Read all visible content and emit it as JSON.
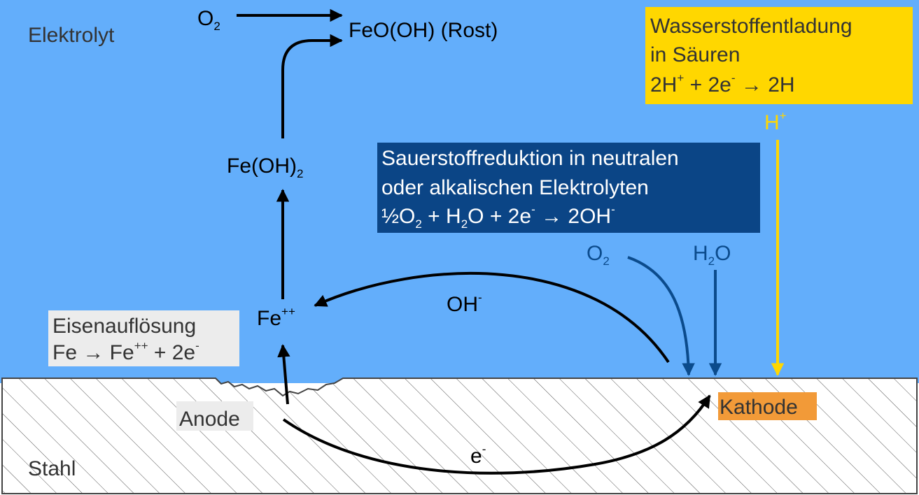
{
  "regions": {
    "electrolyte_label": "Elektrolyt",
    "steel_label": "Stahl",
    "anode_label": "Anode",
    "cathode_label": "Kathode"
  },
  "species": {
    "o2_top_base": "O",
    "o2_top_sub": "2",
    "rust": "FeO(OH) (Rost)",
    "feoh2_base": "Fe(OH)",
    "feoh2_sub": "2",
    "fe_ion_base": "Fe",
    "fe_ion_sup": "++",
    "hydroxide_base": "OH",
    "hydroxide_sup": "-",
    "electron_base": "e",
    "electron_sup": "-",
    "o2_cathode_base": "O",
    "o2_cathode_sub": "2",
    "h2o_h": "H",
    "h2o_sub": "2",
    "h2o_o": "O",
    "proton_base": "H",
    "proton_sup": "+"
  },
  "boxes": {
    "dissolution": {
      "title": "Eisenauflösung",
      "eq_a": "Fe → Fe",
      "eq_sup": "++",
      "eq_b": " + 2e",
      "eq_sup2": "-"
    },
    "oxygen_reduction": {
      "line1": "Sauerstoffreduktion in neutralen",
      "line2": "oder alkalischen Elektrolyten",
      "eq_half": "½O",
      "eq_sub1": "2",
      "eq_plus": " + H",
      "eq_sub2": "2",
      "eq_rest": "O + 2e",
      "eq_sup": "-",
      "eq_arrow": " → 2OH",
      "eq_sup2": "-"
    },
    "hydrogen_discharge": {
      "line1": "Wasserstoffentladung",
      "line2": "in Säuren",
      "eq_a": "2H",
      "eq_sup1": "+",
      "eq_b": " + 2e",
      "eq_sup2": "-",
      "eq_c": " → 2H"
    }
  },
  "colors": {
    "electrolyte": "#63aefb",
    "steel": "#ffffff",
    "hatch": "#555555",
    "arrow_black": "#000000",
    "arrow_blue": "#0b4b8c",
    "arrow_yellow": "#ffd700",
    "box_light": "#ececec",
    "box_dark": "#0b4586",
    "box_yellow": "#ffd700",
    "box_orange": "#f29a38",
    "text_dark": "#333333",
    "text_white": "#ffffff",
    "text_blue": "#0b4b8c",
    "text_yellow": "#ffd700"
  }
}
